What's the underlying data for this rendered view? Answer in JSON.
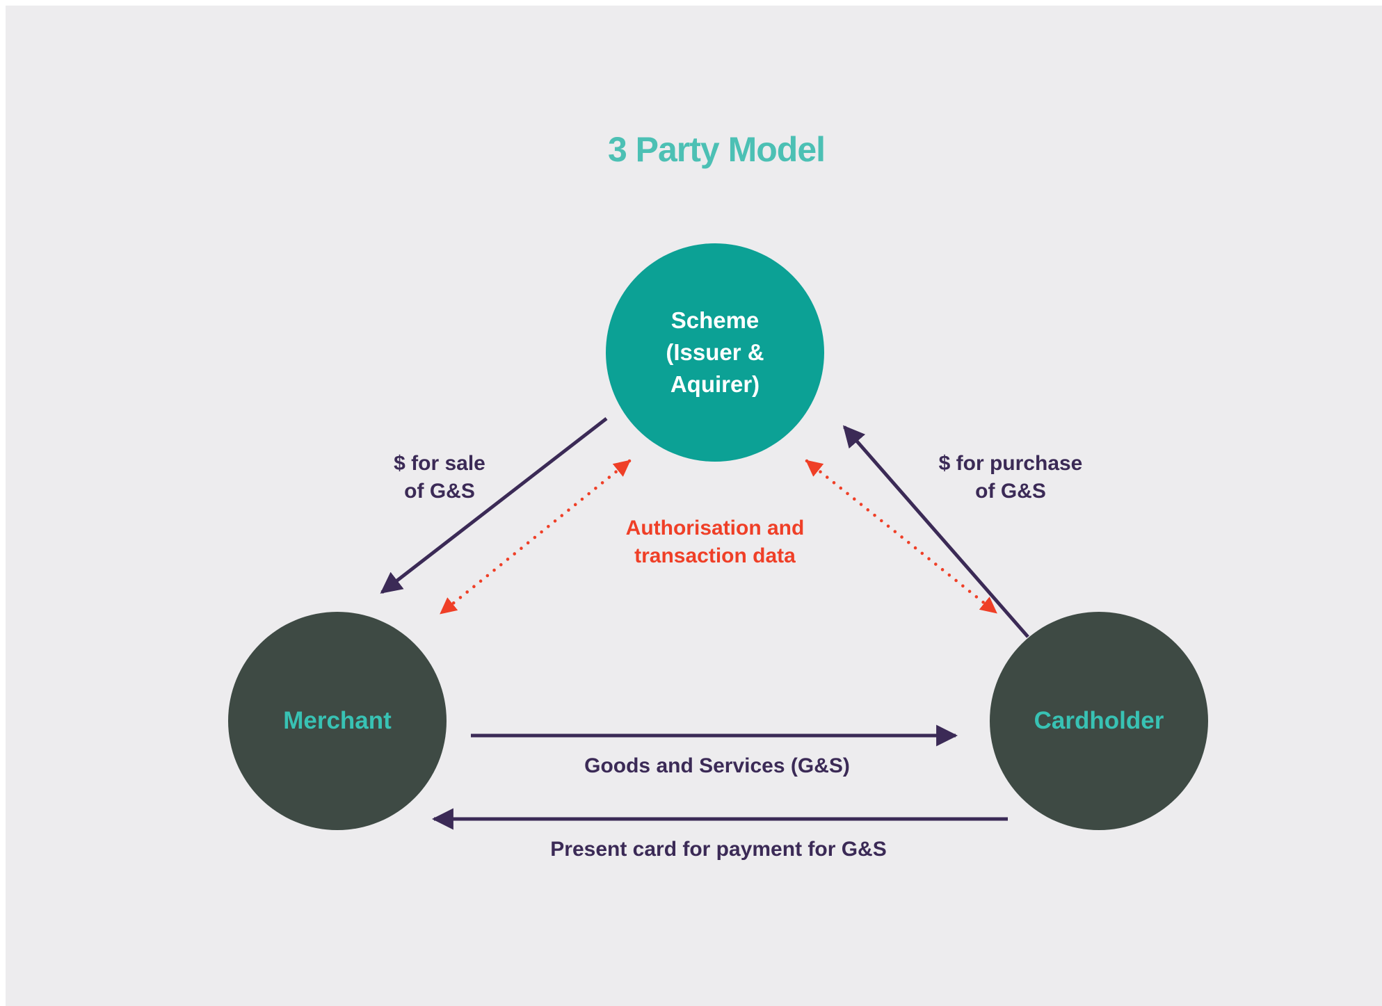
{
  "title": "3 Party Model",
  "colors": {
    "canvas_background": "#edecee",
    "frame": "#ffffff",
    "scheme_circle": "#0ca195",
    "dark_circle": "#3e4a44",
    "circle_label_teal": "#38c2b4",
    "title_teal": "#4cc0b4",
    "arrow_purple": "#3b2a56",
    "arrow_red": "#ef3f27",
    "scheme_text": "#ffffff"
  },
  "nodes": {
    "scheme": {
      "line1": "Scheme",
      "line2": "(Issuer &",
      "line3": "Aquirer)"
    },
    "merchant": {
      "label": "Merchant"
    },
    "cardholder": {
      "label": "Cardholder"
    }
  },
  "edges": {
    "sale": {
      "line1": "$ for sale",
      "line2": "of G&S"
    },
    "purchase": {
      "line1": "$ for purchase",
      "line2": "of G&S"
    },
    "authorisation": {
      "line1": "Authorisation and",
      "line2": "transaction data"
    },
    "goods": {
      "label": "Goods and Services (G&S)"
    },
    "present": {
      "label": "Present card for payment for G&S"
    }
  }
}
